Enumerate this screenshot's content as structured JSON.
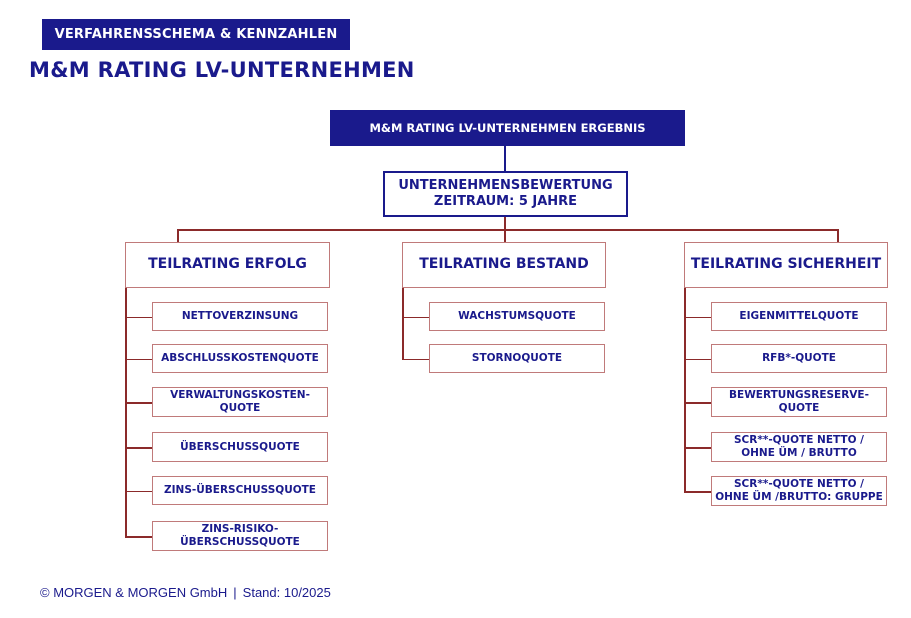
{
  "header": {
    "tag": "VERFAHRENSSCHEMA & KENNZAHLEN",
    "title": "M&M RATING LV-UNTERNEHMEN"
  },
  "root": {
    "label": "M&M RATING LV-UNTERNEHMEN ERGEBNIS"
  },
  "level1": {
    "line1": "UNTERNEHMENSBEWERTUNG",
    "line2": "ZEITRAUM: 5 JAHRE"
  },
  "categories": [
    {
      "label": "TEILRATING ERFOLG",
      "items": [
        [
          "NETTOVERZINSUNG"
        ],
        [
          "ABSCHLUSSKOSTENQUOTE"
        ],
        [
          "VERWALTUNGSKOSTEN-",
          "QUOTE"
        ],
        [
          "ÜBERSCHUSSQUOTE"
        ],
        [
          "ZINS-ÜBERSCHUSSQUOTE"
        ],
        [
          "ZINS-RISIKO-",
          "ÜBERSCHUSSQUOTE"
        ]
      ]
    },
    {
      "label": "TEILRATING BESTAND",
      "items": [
        [
          "WACHSTUMSQUOTE"
        ],
        [
          "STORNOQUOTE"
        ]
      ]
    },
    {
      "label": "TEILRATING SICHERHEIT",
      "items": [
        [
          "EIGENMITTELQUOTE"
        ],
        [
          "RFB*-QUOTE"
        ],
        [
          "BEWERTUNGSRESERVE-",
          "QUOTE"
        ],
        [
          "SCR**-QUOTE NETTO /",
          "OHNE ÜM / BRUTTO"
        ],
        [
          "SCR**-QUOTE NETTO /",
          "OHNE ÜM /BRUTTO: GRUPPE"
        ]
      ]
    }
  ],
  "footer": {
    "copyright": "© MORGEN & MORGEN GmbH",
    "separator": "|",
    "stand": "Stand: 10/2025"
  },
  "colors": {
    "navy": "#1a1a8c",
    "red": "#8b2a2a",
    "border": "#c07a7a"
  }
}
